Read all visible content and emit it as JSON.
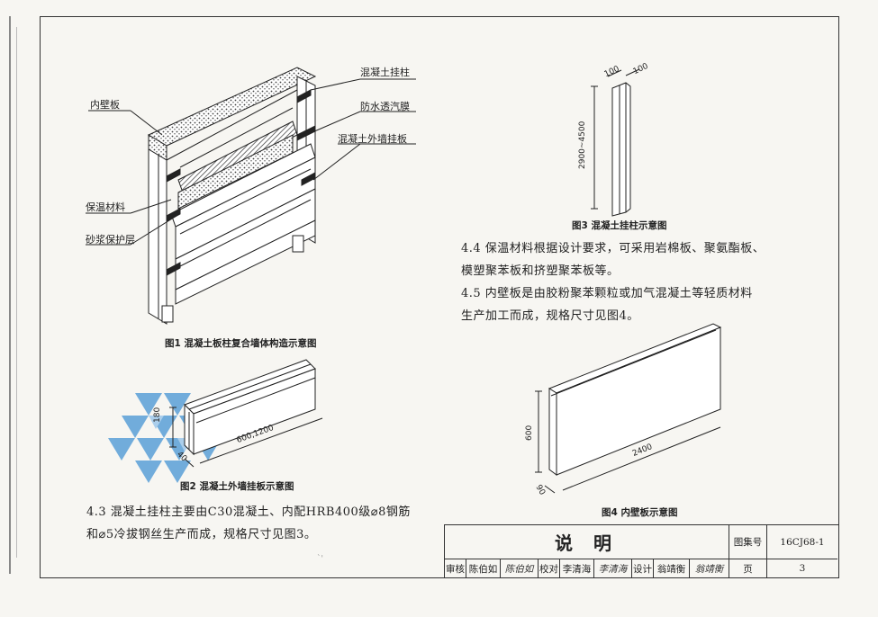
{
  "figure1": {
    "labels": {
      "column": "混凝土挂柱",
      "inner_board": "内壁板",
      "membrane": "防水透汽膜",
      "outer_board": "混凝土外墙挂板",
      "insulation": "保温材料",
      "mortar": "砂浆保护层"
    },
    "caption": "图1 混凝土板柱复合墙体构造示意图"
  },
  "figure2": {
    "dim_height": "180",
    "dim_length": "600,1200",
    "dim_depth": "40",
    "caption": "图2 混凝土外墙挂板示意图"
  },
  "figure3": {
    "dim_top_a": "100",
    "dim_top_b": "100",
    "dim_height": "2900~4500",
    "caption": "图3 混凝土挂柱示意图"
  },
  "figure4": {
    "dim_height": "600",
    "dim_length": "2400",
    "dim_depth": "90",
    "caption": "图4 内壁板示意图"
  },
  "text": {
    "p44_a": "4.4 保温材料根据设计要求，可采用岩棉板、聚氨酯板、",
    "p44_b": "模塑聚苯板和挤塑聚苯板等。",
    "p45_a": "4.5 内壁板是由胶粉聚苯颗粒或加气混凝土等轻质材料",
    "p45_b": "生产加工而成，规格尺寸见图4。",
    "p43_a": "4.3 混凝土挂柱主要由C30混凝土、内配HRB400级⌀8钢筋",
    "p43_b": "和⌀5冷拔钢丝生产而成，规格尺寸见图3。"
  },
  "title_block": {
    "title": "说    明",
    "atlas_label": "图集号",
    "atlas_number": "16CJ68-1",
    "review_label": "审核",
    "review_name": "陈伯如",
    "review_sig": "陈伯如",
    "check_label": "校对",
    "check_name": "李清海",
    "check_sig": "李清海",
    "design_label": "设计",
    "design_name": "翁靖衡",
    "design_sig": "翁靖衡",
    "page_label": "页",
    "page_number": "3"
  },
  "colors": {
    "line": "#222222",
    "watermark": "#5aa0d8"
  }
}
